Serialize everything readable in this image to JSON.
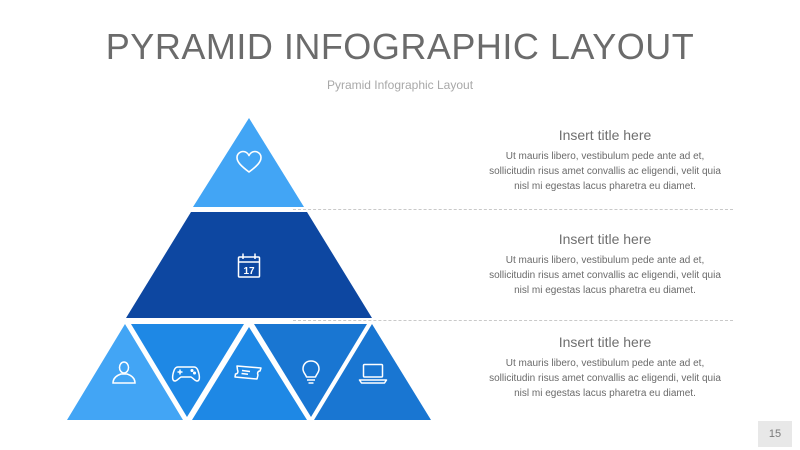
{
  "header": {
    "title": "PYRAMID INFOGRAPHIC LAYOUT",
    "subtitle": "Pyramid Infographic Layout"
  },
  "levels": [
    {
      "title": "Insert title here",
      "text": "Ut mauris libero, vestibulum pede ante ad et, sollicitudin risus amet convallis ac eligendi, velit quia nisl mi egestas  lacus pharetra eu diamet.",
      "icon": "heart-icon"
    },
    {
      "title": "Insert title here",
      "text": "Ut mauris libero, vestibulum pede ante ad et, sollicitudin risus amet convallis ac eligendi, velit quia nisl mi egestas  lacus pharetra eu diamet.",
      "icon": "calendar-icon",
      "calendar_number": "17"
    },
    {
      "title": "Insert title here",
      "text": "Ut mauris libero, vestibulum pede ante ad et, sollicitudin risus amet convallis ac eligendi, velit quia nisl mi egestas  lacus pharetra eu diamet.",
      "icons": [
        "user-icon",
        "gamepad-icon",
        "ticket-icon",
        "lightbulb-icon",
        "laptop-icon"
      ]
    }
  ],
  "colors": {
    "top": "#42a5f5",
    "middle": "#0d47a1",
    "bottom": [
      "#42a5f5",
      "#1e88e5",
      "#1e88e5",
      "#1976d2",
      "#1976d2"
    ]
  },
  "page_number": "15"
}
